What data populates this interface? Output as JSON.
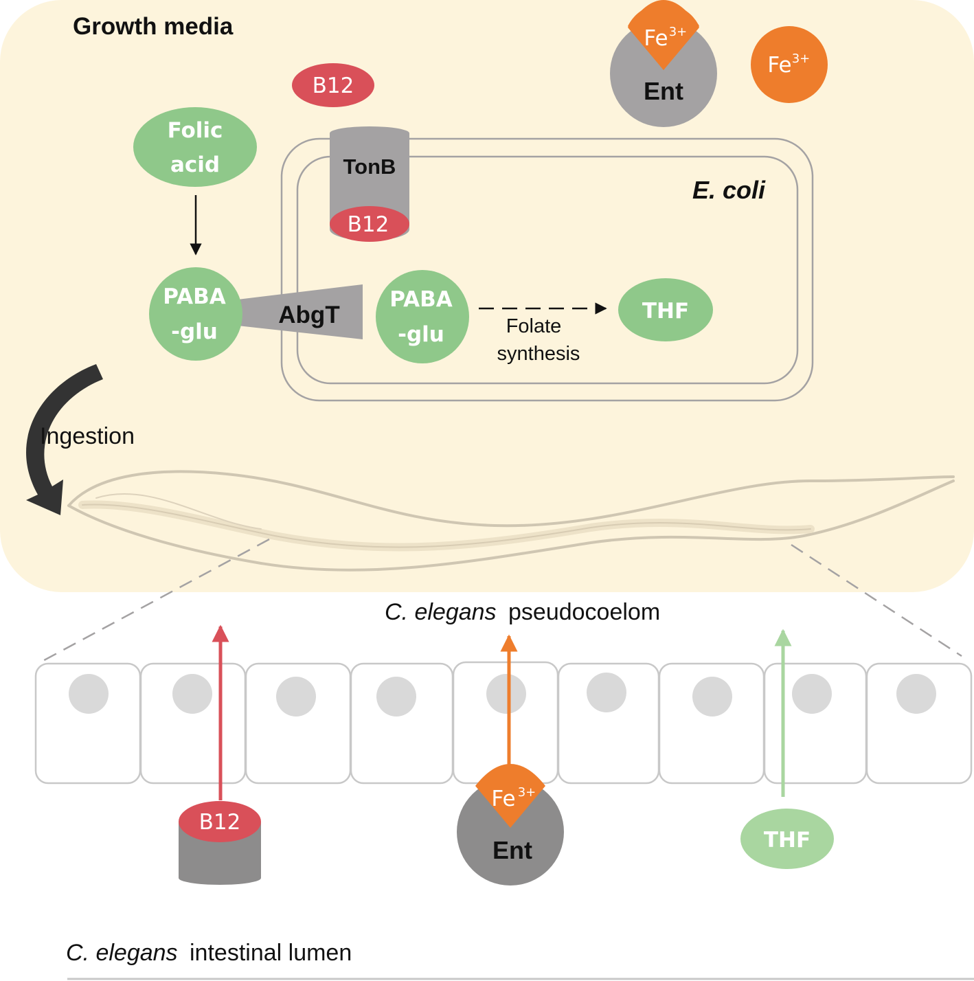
{
  "colors": {
    "media_bg": "#fdf4dc",
    "green": "#8fc88a",
    "red": "#d95059",
    "orange": "#ee7d2c",
    "grey": "#a4a2a3",
    "cell_outline": "#c8c8c8",
    "nucleus": "#d9d9d9"
  },
  "labels": {
    "growth_media": "Growth media",
    "b12_free": "B12",
    "fe_ent_fe": "Fe",
    "fe_ent_sup": "3+",
    "fe_ent_ent": "Ent",
    "fe_free": "Fe",
    "fe_free_sup": "3+",
    "folic_line1": "Folic",
    "folic_line2": "acid",
    "tonb": "TonB",
    "tonb_b12": "B12",
    "ecoli": "E. coli",
    "paba_out_line1": "PABA",
    "paba_out_line2": "-glu",
    "abgt": "AbgT",
    "paba_in_line1": "PABA",
    "paba_in_line2": "-glu",
    "folate_line1": "Folate",
    "folate_line2": "synthesis",
    "thf_in": "THF",
    "ingestion": "Ingestion",
    "pseudocoelom_italic": "C. elegans",
    "pseudocoelom_rest": "pseudocoelom",
    "b12_bottom": "B12",
    "fe_bottom": "Fe",
    "fe_bottom_sup": "3+",
    "ent_bottom": "Ent",
    "thf_bottom": "THF",
    "lumen_italic": "C. elegans",
    "lumen_rest": "intestinal lumen"
  }
}
